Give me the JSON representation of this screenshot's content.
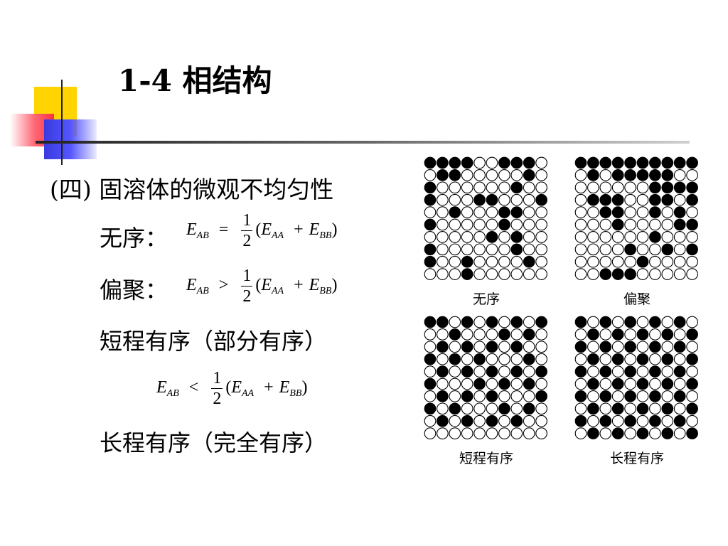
{
  "title": "1-4 相结构",
  "section_heading": "(四) 固溶体的微观不均匀性",
  "items": {
    "disordered": {
      "label": "无序：",
      "relation": "="
    },
    "clustering": {
      "label": "偏聚：",
      "relation": ">"
    },
    "short_range": {
      "label": "短程有序（部分有序）",
      "relation": "<"
    },
    "long_range": {
      "label": "长程有序（完全有序）"
    }
  },
  "formula": {
    "lhs": "E",
    "lhs_sub": "AB",
    "num": "1",
    "den": "2",
    "open": "(",
    "e1": "E",
    "e1_sub": "AA",
    "plus": "+",
    "e2": "E",
    "e2_sub": "BB",
    "close": ")"
  },
  "grids": [
    {
      "caption": "无序",
      "rows": [
        "1111001110",
        "0110000010",
        "1000000100",
        "1000110001",
        "0010001100",
        "1000001000",
        "0000010100",
        "1000000100",
        "1001000010",
        "0001000000"
      ]
    },
    {
      "caption": "偏聚",
      "rows": [
        "1111111111",
        "0101111100",
        "0000001111",
        "0111001101",
        "0011001010",
        "0001000011",
        "0000001000",
        "0000100101",
        "0000010000",
        "0011100000"
      ]
    },
    {
      "caption": "短程有序",
      "rows": [
        "1101010101",
        "0010001010",
        "0101010100",
        "1010100010",
        "0101010101",
        "1000101010",
        "0101010001",
        "1010001010",
        "0101010100",
        "0000000000"
      ]
    },
    {
      "caption": "长程有序",
      "rows": [
        "1010101010",
        "0101010101",
        "1010101010",
        "0101010101",
        "1010101010",
        "0101010101",
        "1010101010",
        "0101010101",
        "1010101010",
        "0101010101"
      ]
    }
  ]
}
